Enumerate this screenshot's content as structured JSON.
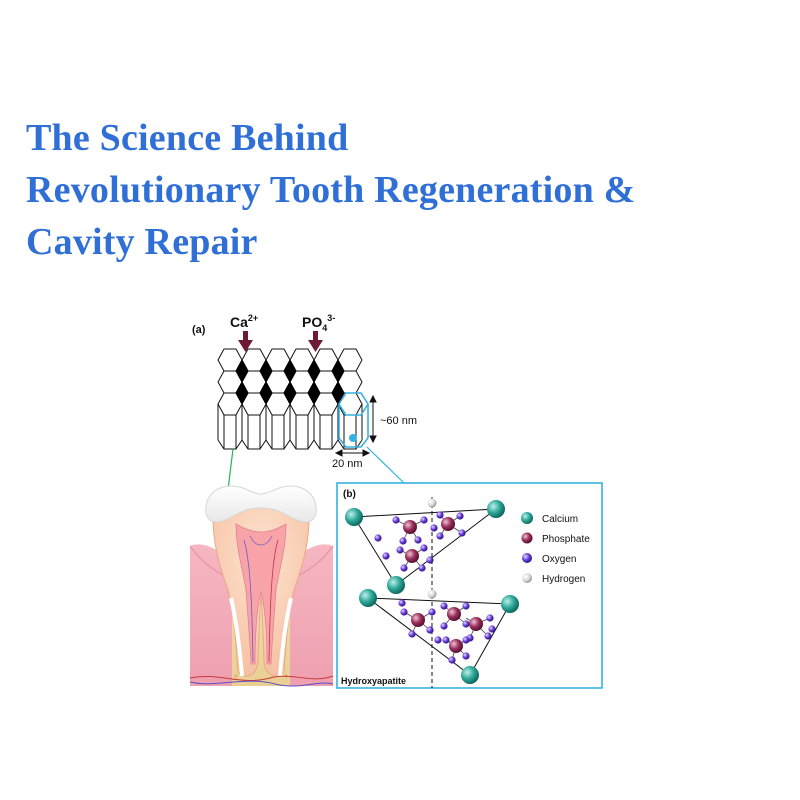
{
  "title": {
    "line1": "The Science Behind",
    "line2": "Revolutionary Tooth Regeneration &",
    "line3": "Cavity Repair"
  },
  "figure": {
    "panel_a_label": "(a)",
    "ion_calcium": "Ca",
    "ion_calcium_charge": "2+",
    "ion_phosphate": "PO",
    "ion_phosphate_sub": "4",
    "ion_phosphate_charge": "3-",
    "height_measure": "~60 nm",
    "width_measure": "20 nm",
    "panel_b_label": "(b)",
    "panel_b_caption": "Hydroxyapatite",
    "legend": [
      {
        "label": "Calcium",
        "color": "#2fa99a"
      },
      {
        "label": "Phosphate",
        "color": "#9a2f5c"
      },
      {
        "label": "Oxygen",
        "color": "#6a3fd8"
      },
      {
        "label": "Hydrogen",
        "color": "#d9d9d9"
      }
    ],
    "colors": {
      "arrow": "#6e1a36",
      "highlight": "#35b2e0",
      "connector_dot": "#22b35a",
      "title": "#2f6fd6"
    }
  }
}
